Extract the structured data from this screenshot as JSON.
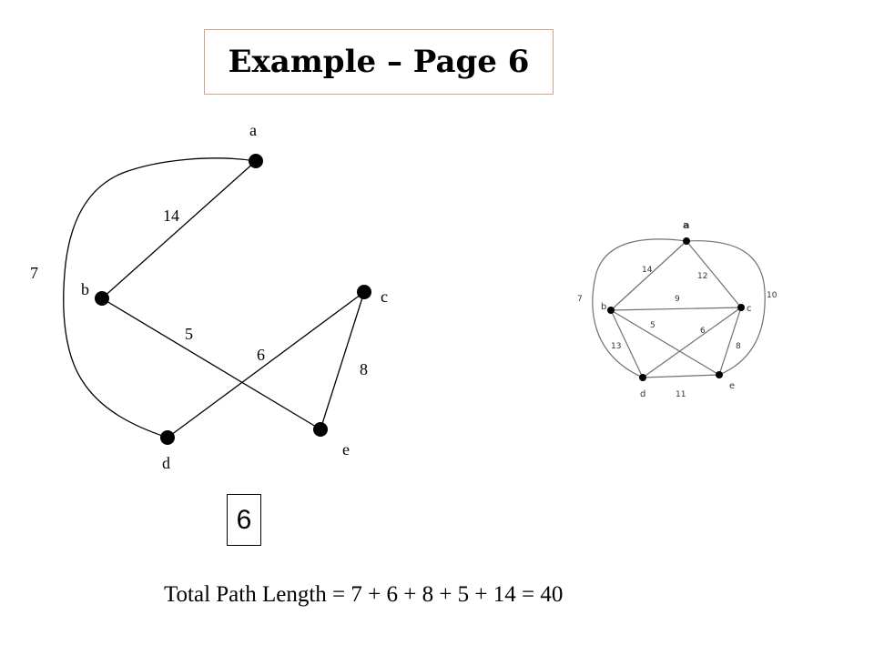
{
  "title": "Example – Page 6",
  "page_badge": "6",
  "total_line": "Total Path Length = 7 + 6 + 8 + 5 + 14 = 40",
  "main_graph": {
    "nodes": [
      {
        "id": "a",
        "label": "a"
      },
      {
        "id": "b",
        "label": "b"
      },
      {
        "id": "c",
        "label": "c"
      },
      {
        "id": "d",
        "label": "d"
      },
      {
        "id": "e",
        "label": "e"
      }
    ],
    "edges": [
      {
        "from": "a",
        "to": "b",
        "weight": "14"
      },
      {
        "from": "a",
        "to": "d",
        "weight": "7"
      },
      {
        "from": "b",
        "to": "e",
        "weight": "5"
      },
      {
        "from": "c",
        "to": "d",
        "weight": "6"
      },
      {
        "from": "c",
        "to": "e",
        "weight": "8"
      }
    ]
  },
  "reference_graph": {
    "nodes": [
      {
        "id": "a",
        "label": "a"
      },
      {
        "id": "b",
        "label": "b"
      },
      {
        "id": "c",
        "label": "c"
      },
      {
        "id": "d",
        "label": "d"
      },
      {
        "id": "e",
        "label": "e"
      }
    ],
    "edges": [
      {
        "from": "a",
        "to": "b",
        "weight": "14"
      },
      {
        "from": "a",
        "to": "c",
        "weight": "12"
      },
      {
        "from": "b",
        "to": "c",
        "weight": "9"
      },
      {
        "from": "b",
        "to": "e",
        "weight": "5"
      },
      {
        "from": "c",
        "to": "d",
        "weight": "6"
      },
      {
        "from": "c",
        "to": "e",
        "weight": "8"
      },
      {
        "from": "b",
        "to": "d",
        "weight": "13"
      },
      {
        "from": "d",
        "to": "e",
        "weight": "11"
      },
      {
        "from": "a",
        "to": "d",
        "weight": "7"
      },
      {
        "from": "a",
        "to": "e",
        "weight": "10"
      }
    ]
  },
  "colors": {
    "edge": "#000000",
    "ref_edge": "#707070",
    "title_border": "#d9a18a"
  }
}
